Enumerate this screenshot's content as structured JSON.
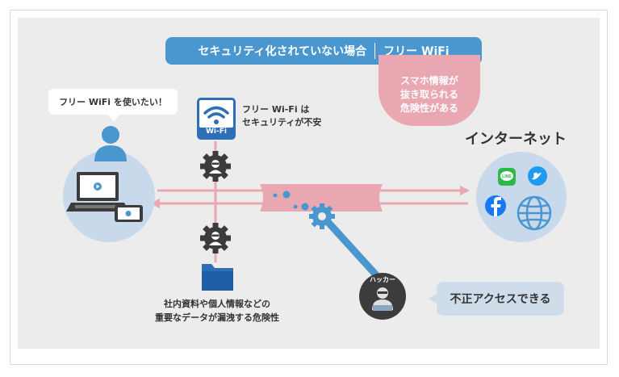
{
  "banner": {
    "left": "セキュリティ化されていない場合",
    "right": "フリー WiFi"
  },
  "risk_bubble": {
    "line1": "スマホ情報が",
    "line2": "抜き取られる",
    "line3": "危険性がある"
  },
  "user_speech": "フリー WiFi を使いたい！",
  "wifi": {
    "icon_label": "Wi-Fi",
    "caption_line1": "フリー Wi-Fi は",
    "caption_line2": "セキュリティが不安"
  },
  "internet_label": "インターネット",
  "data_caption": {
    "line1": "社内資料や個人情報などの",
    "line2": "重要なデータが漏洩する危険性"
  },
  "hacker": {
    "label": "ハッカー",
    "callout": "不正アクセスできる"
  },
  "colors": {
    "blue": "#4a97cf",
    "pink": "#e9a7b1",
    "dark": "#3c3c3c",
    "light_blue": "#c9d9ec",
    "bg": "#ececec"
  }
}
